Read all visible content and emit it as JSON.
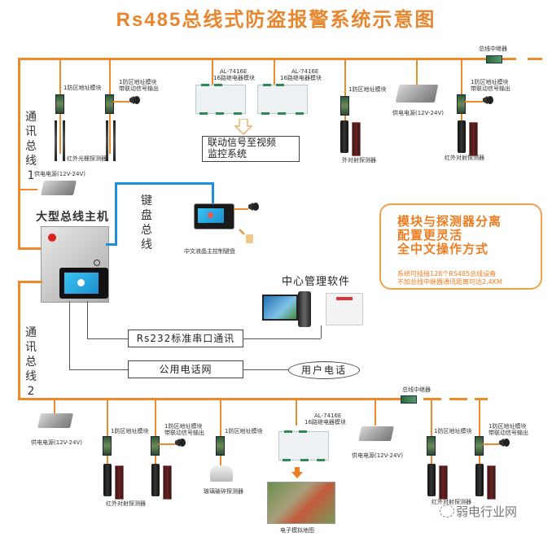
{
  "title": "Rs485总线式防盗报警系统示意图",
  "bus1": {
    "label": "通讯总线1",
    "repeater_label": "总线中继器",
    "power_label": "供电电源(12V-24V)",
    "left_modules": [
      {
        "label": "1防区地址模块"
      },
      {
        "label_line1": "1防区地址模块",
        "label_line2": "带联动信号输出"
      }
    ],
    "beam_detector_label": "红外光栅探测器",
    "relays": [
      {
        "model": "AL-7416E",
        "name": "16路继电器模块"
      },
      {
        "model": "AL-7416E",
        "name": "16路继电器模块"
      }
    ],
    "video_box": {
      "line1": "联动信号至视频",
      "line2": "监控系统"
    },
    "right_module1": "1防区地址模块",
    "right_detector1": "外对射探测器",
    "right_power": "供电电源(12V-24V)",
    "right_module2_line1": "1防区地址模块",
    "right_module2_line2": "带联动信号输出",
    "right_detector2": "红外对射探测器"
  },
  "host": {
    "power_label": "供电电源(12V-24V)",
    "title": "大型总线主机",
    "keyboard_bus_label": "键盘总线",
    "keyboard_label": "中文液晶主控制键盘"
  },
  "panel": {
    "headline": [
      "模块与探测器分离",
      "配置更灵活",
      "全中文操作方式"
    ],
    "notes": [
      "系统可挂接128个RS485总线设备",
      "不加总线中继器通讯距离可达2.4KM"
    ]
  },
  "software": {
    "title": "中心管理软件",
    "rs232_label": "Rs232标准串口通讯",
    "pstn_label": "公用电话网",
    "user_phone_label": "用户电话"
  },
  "bus2": {
    "label": "通讯总线2",
    "repeater_label": "总线中继器",
    "power_left": "供电电源(12V-24V)",
    "module_a": "1防区地址模块",
    "module_b_line1": "1防区地址模块",
    "module_b_line2": "带联动信号输出",
    "detector_ab": "红外对射探测器",
    "module_c": "1防区地址模块",
    "glass_detector": "玻璃破碎探测器",
    "relay_model": "AL-7416E",
    "relay_name": "16路继电器模块",
    "map_label": "电子模拟地图",
    "power_mid": "供电电源(12V-24V)",
    "module_d": "1防区地址模块",
    "module_e_line1": "1防区地址模块",
    "module_e_line2": "带联动信号输出",
    "detector_de": "红外对射探测器"
  },
  "watermark": "弱电行业网",
  "colors": {
    "bus": "#ef8a2a",
    "keyboard_bus": "#1e8fd8",
    "title": "#e8862e"
  }
}
